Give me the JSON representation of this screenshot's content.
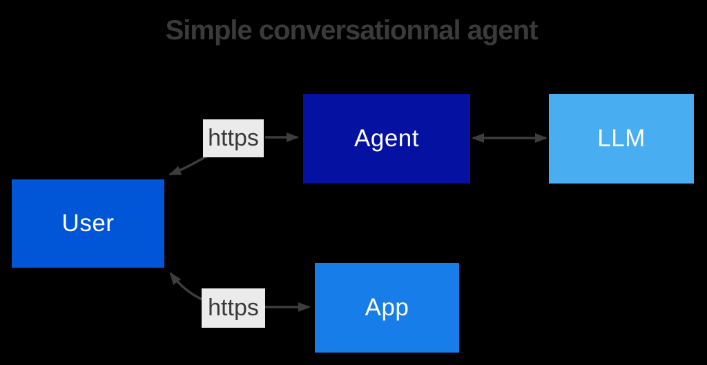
{
  "diagram": {
    "title": "Simple conversationnal agent",
    "title_color": "#3a3a3a",
    "background_color": "#000000",
    "arrow_color": "#3d3d3d",
    "edge_label_background": "#ebebeb",
    "edge_label_text_color": "#3a3a3a",
    "nodes": [
      {
        "id": "user",
        "label": "User",
        "fill": "#0056d6",
        "text_color": "#ffffff"
      },
      {
        "id": "agent",
        "label": "Agent",
        "fill": "#0511a0",
        "text_color": "#ffffff"
      },
      {
        "id": "llm",
        "label": "LLM",
        "fill": "#49adf2",
        "text_color": "#ffffff"
      },
      {
        "id": "app",
        "label": "App",
        "fill": "#177de8",
        "text_color": "#ffffff"
      }
    ],
    "edges": [
      {
        "from": "user",
        "to": "agent",
        "label": "https",
        "style": "arrow-into-both-ends"
      },
      {
        "from": "agent",
        "to": "llm",
        "label": "",
        "style": "double-headed"
      },
      {
        "from": "user",
        "to": "app",
        "label": "https",
        "style": "arrow-into-both-ends"
      }
    ]
  }
}
